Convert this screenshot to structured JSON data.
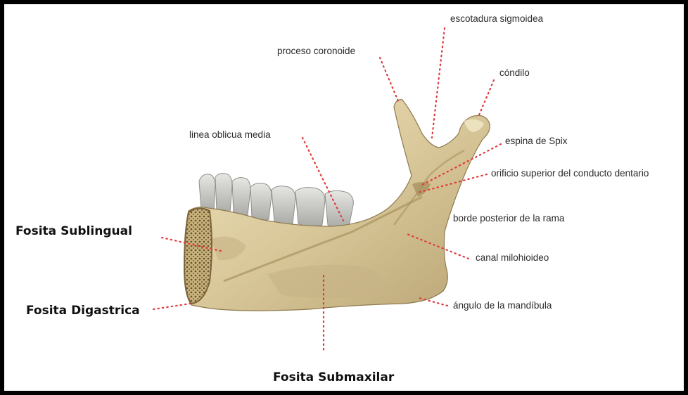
{
  "figure": {
    "labels": {
      "escotadura_sigmoidea": "escotadura sigmoidea",
      "proceso_coronoide": "proceso coronoide",
      "condilo": "cóndilo",
      "linea_oblicua_media": "linea oblicua media",
      "espina_de_spix": "espina de Spix",
      "orificio_superior": "orificio superior del conducto dentario",
      "borde_posterior": "borde posterior de la rama",
      "fosita_sublingual": "Fosita Sublingual",
      "canal_milohioideo": "canal milohioideo",
      "fosita_digastrica": "Fosita Digastrica",
      "angulo_mandibula": "ángulo de la mandíbula",
      "fosita_submaxilar": "Fosita Submaxilar"
    },
    "colors": {
      "bone": "#d9c89a",
      "bone_shadow": "#b9a474",
      "bone_highlight": "#efe3bf",
      "teeth": "#c9c9c6",
      "marrow": "#6b5430",
      "leader_dots": "#e03c3c",
      "frame": "#000000"
    }
  }
}
